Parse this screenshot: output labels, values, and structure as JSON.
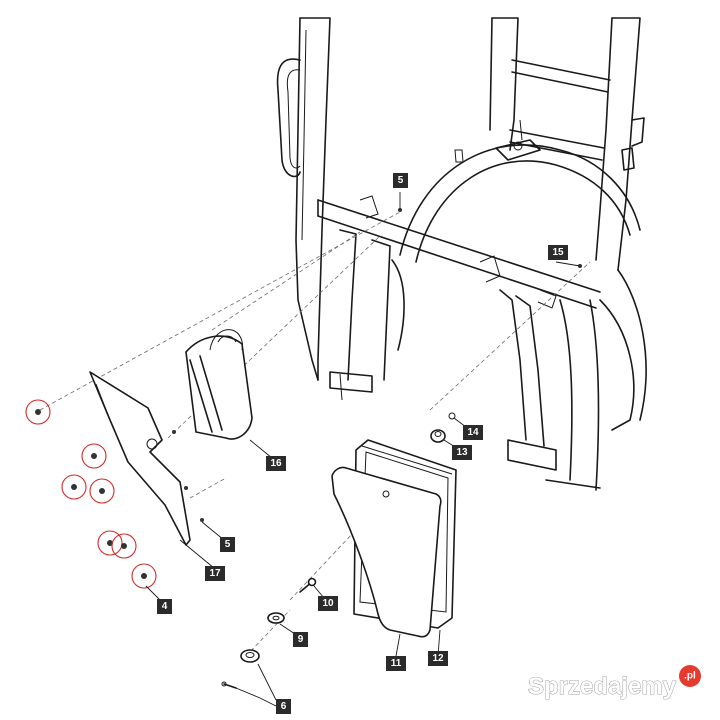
{
  "labels": {
    "l4": "4",
    "l5a": "5",
    "l5b": "5",
    "l6": "6",
    "l9": "9",
    "l10": "10",
    "l11": "11",
    "l12": "12",
    "l13": "13",
    "l14": "14",
    "l15": "15",
    "l16": "16",
    "l17": "17"
  },
  "watermark": {
    "text": "Sprzedajemy",
    "badge": ".pl"
  },
  "colors": {
    "tag_background": "#2b2b2b",
    "highlight_circle": "#d12a2a",
    "watermark_badge": "#e63a2e"
  }
}
